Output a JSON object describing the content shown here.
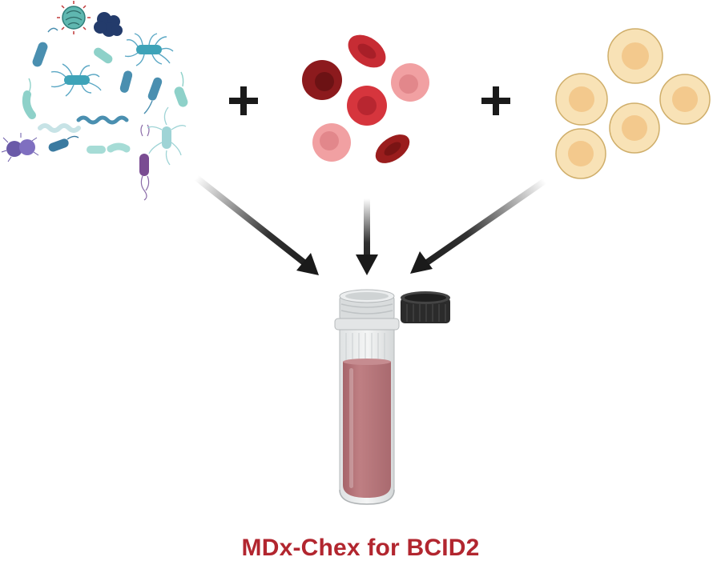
{
  "caption": "MDx-Chex for BCID2",
  "groups": [
    "microorganisms",
    "red-blood-cells",
    "white-blood-cells"
  ],
  "colors": {
    "caption": "#b2262f",
    "bacteria": "#4a8fb0",
    "bacteria_light": "#8ed1c9",
    "rbc_dark": "#9a1d1d",
    "rbc_pink": "#f1a0a2",
    "wbc": "#f7dfaa",
    "vial_fill": "#b9767a",
    "cap": "#2b2b2b"
  },
  "icons": [
    "bacteria-icon",
    "virus-icon",
    "yeast-icon",
    "red-blood-cell-icon",
    "white-blood-cell-icon",
    "plus-icon",
    "arrow-icon",
    "sample-vial-icon",
    "vial-cap-icon"
  ]
}
